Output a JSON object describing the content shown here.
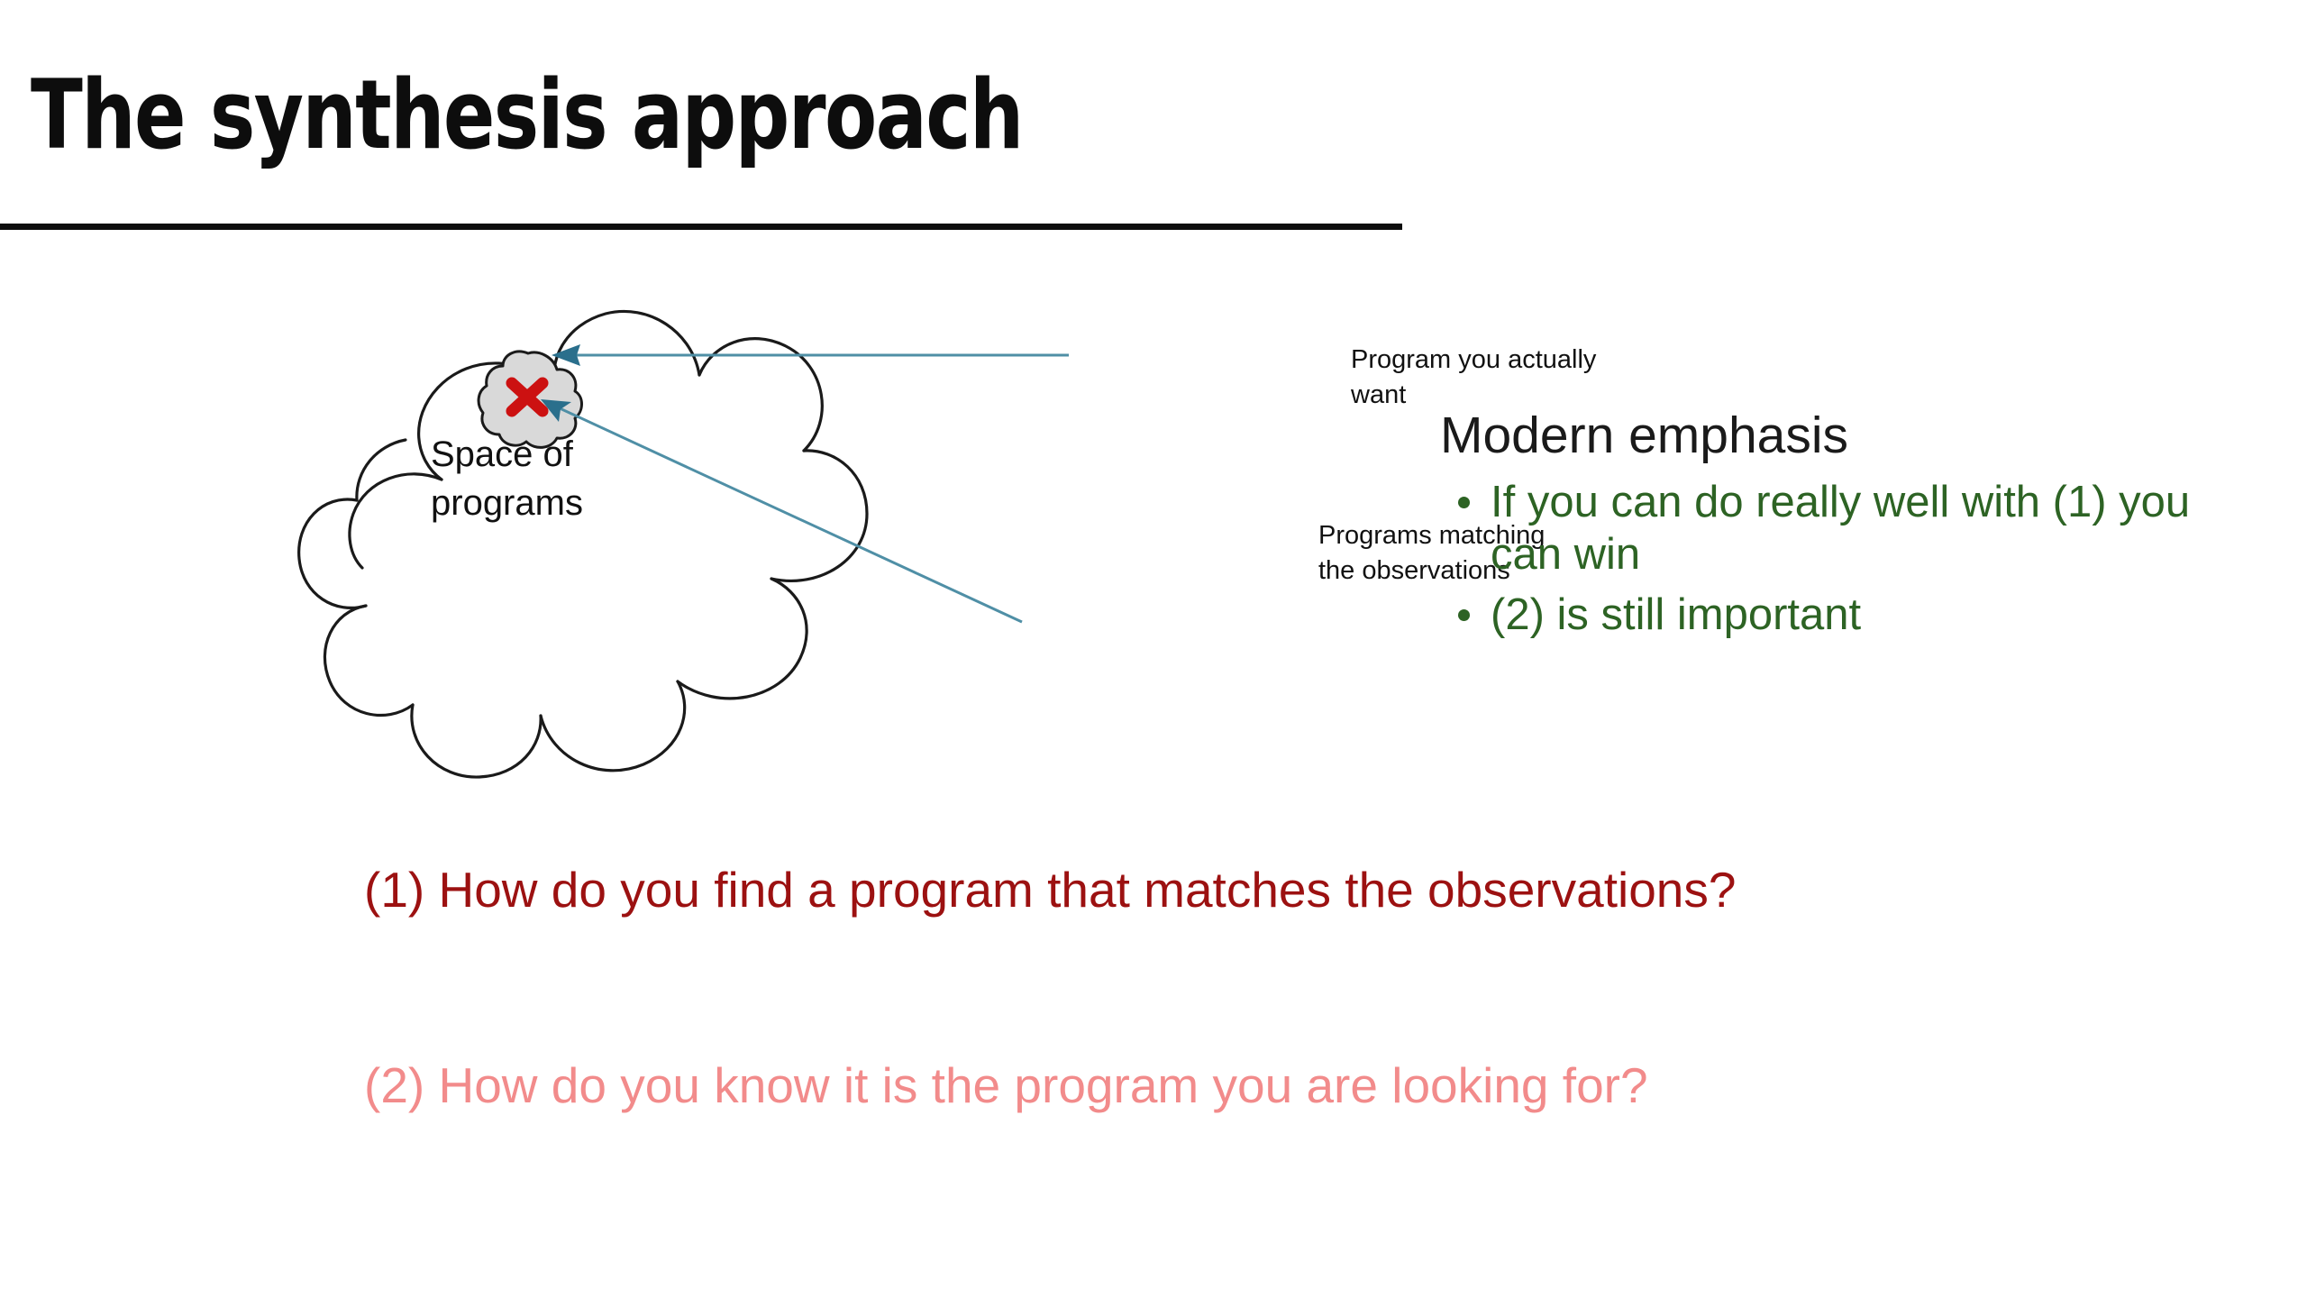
{
  "slide": {
    "title": "The synthesis approach",
    "background_color": "#ffffff"
  },
  "diagram": {
    "outer_cloud_label": "Space of programs",
    "outer_cloud_label_lines": [
      "Space of",
      "programs"
    ],
    "inner_cloud": {
      "marker_icon": "red-x-icon",
      "marker_color": "#cc1111",
      "fill_color": "#d9d9d9",
      "stroke_color": "#1a1a1a"
    },
    "annotations": [
      {
        "id": "program-you-want",
        "text": "Program you actually want",
        "lines": [
          "Program you actually",
          "want"
        ],
        "connector": "horizontal-leader-arrow",
        "connector_color": "#2e7c96"
      },
      {
        "id": "programs-matching",
        "text": "Programs matching the observations",
        "lines": [
          "Programs matching",
          "the observations"
        ],
        "connector": "diagonal-leader-arrow",
        "connector_color": "#2e7c96"
      }
    ]
  },
  "right_column": {
    "heading": "Modern emphasis",
    "heading_color": "#1a1a1a",
    "bullet_color": "#2d6324",
    "bullets": [
      "If you can do really well with (1) you can win",
      "(2) is still important"
    ]
  },
  "questions": [
    {
      "id": "question-one",
      "text": "(1) How do you find a program that matches the observations?",
      "color": "#9c1111"
    },
    {
      "id": "question-two",
      "text": "(2) How do you know it is the program you are looking for?",
      "color": "#f28b8b"
    }
  ]
}
